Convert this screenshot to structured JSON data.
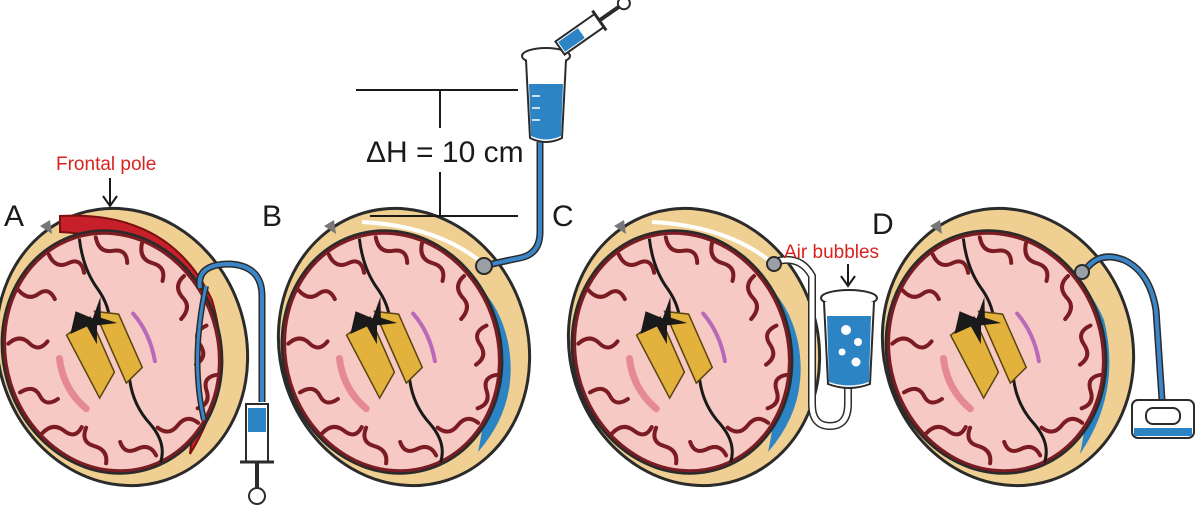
{
  "figure": {
    "panels": [
      {
        "letter": "A"
      },
      {
        "letter": "B"
      },
      {
        "letter": "C"
      },
      {
        "letter": "D"
      }
    ],
    "annotations": {
      "frontal_pole": "Frontal pole",
      "delta_h": "ΔH = 10 cm",
      "air_bubbles": "Air bubbles"
    },
    "colors": {
      "skull": "#f0cf92",
      "skull_outline": "#2b2b2b",
      "brain": "#f6c9c4",
      "gyri_outline": "#7a1c22",
      "hematoma": "#c8202a",
      "irrigation_fluid": "#2d84c4",
      "tubing": "#3a86c8",
      "annotation_red": "#d9231f",
      "basal_ganglia": "#e3b23c",
      "caudate_pink": "#e58a95"
    }
  }
}
